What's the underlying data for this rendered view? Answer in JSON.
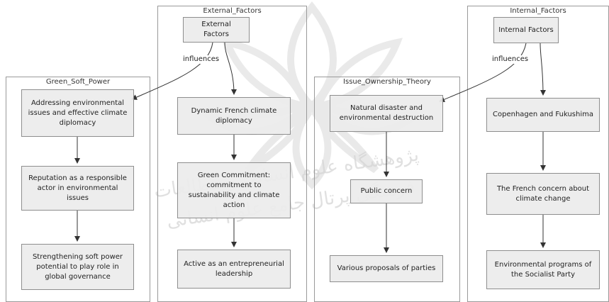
{
  "groups": {
    "external": {
      "title": "External_Factors"
    },
    "internal": {
      "title": "Internal_Factors"
    },
    "green": {
      "title": "Green_Soft_Power"
    },
    "issue": {
      "title": "Issue_Ownership_Theory"
    }
  },
  "nodes": {
    "external_factors": "External Factors",
    "internal_factors": "Internal Factors",
    "green_1": "Addressing environmental issues and effective climate diplomacy",
    "green_2": "Reputation as a responsible actor in environmental issues",
    "green_3": "Strengthening soft power potential to play role in global governance",
    "ext_1": "Dynamic French climate diplomacy",
    "ext_2": "Green Commitment: commitment to sustainability and climate action",
    "ext_3": "Active as an entrepreneurial leadership",
    "issue_1": "Natural disaster and environmental destruction",
    "issue_2": "Public concern",
    "issue_3": "Various proposals of parties",
    "int_1": "Copenhagen and Fukushima",
    "int_2": "The French concern about climate change",
    "int_3": "Environmental programs of the Socialist Party"
  },
  "edge_labels": {
    "external_influences": "influences",
    "internal_influences": "influences"
  },
  "watermark": {
    "text": "پژوهشگاه علوم انسانی و مطالعات فرهنگی پرتال جامع علوم انسانی"
  },
  "colors": {
    "node_fill": "#ececec",
    "node_border": "#8e8e8e",
    "group_border": "#9a9a9a",
    "edge": "#333333",
    "watermark": "#d6d6d6"
  }
}
